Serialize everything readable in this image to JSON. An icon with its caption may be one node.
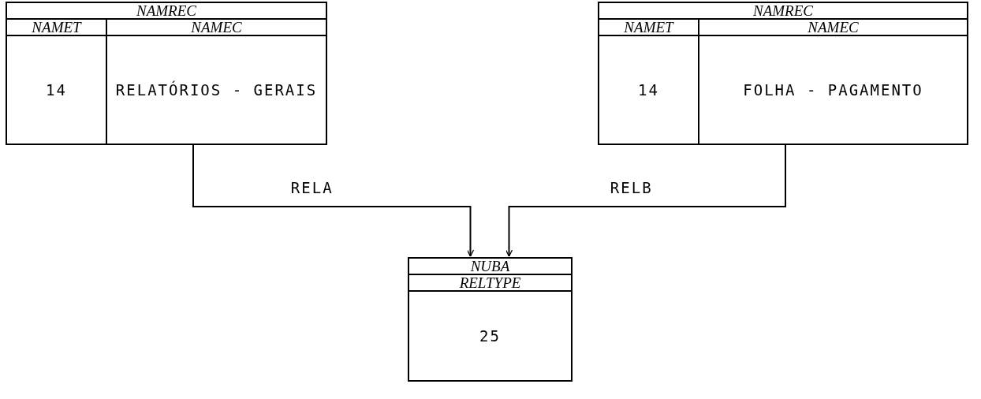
{
  "diagram": {
    "nodes": [
      {
        "text": [
          "NAMREC",
          "NAMET",
          "NAMEC",
          "14",
          "RELATÓRIOS - GERAIS"
        ]
      },
      {
        "text": [
          "NAMREC",
          "NAMET",
          "NAMEC",
          "14",
          "FOLHA - PAGAMENTO"
        ]
      },
      {
        "text": [
          "NUBA",
          "RELTYPE",
          "25"
        ]
      }
    ],
    "edges": [
      {
        "from": 0,
        "to": 2,
        "arrow": "to",
        "label": "RELA"
      },
      {
        "from": 1,
        "to": 2,
        "arrow": "to",
        "label": "RELB"
      }
    ]
  }
}
